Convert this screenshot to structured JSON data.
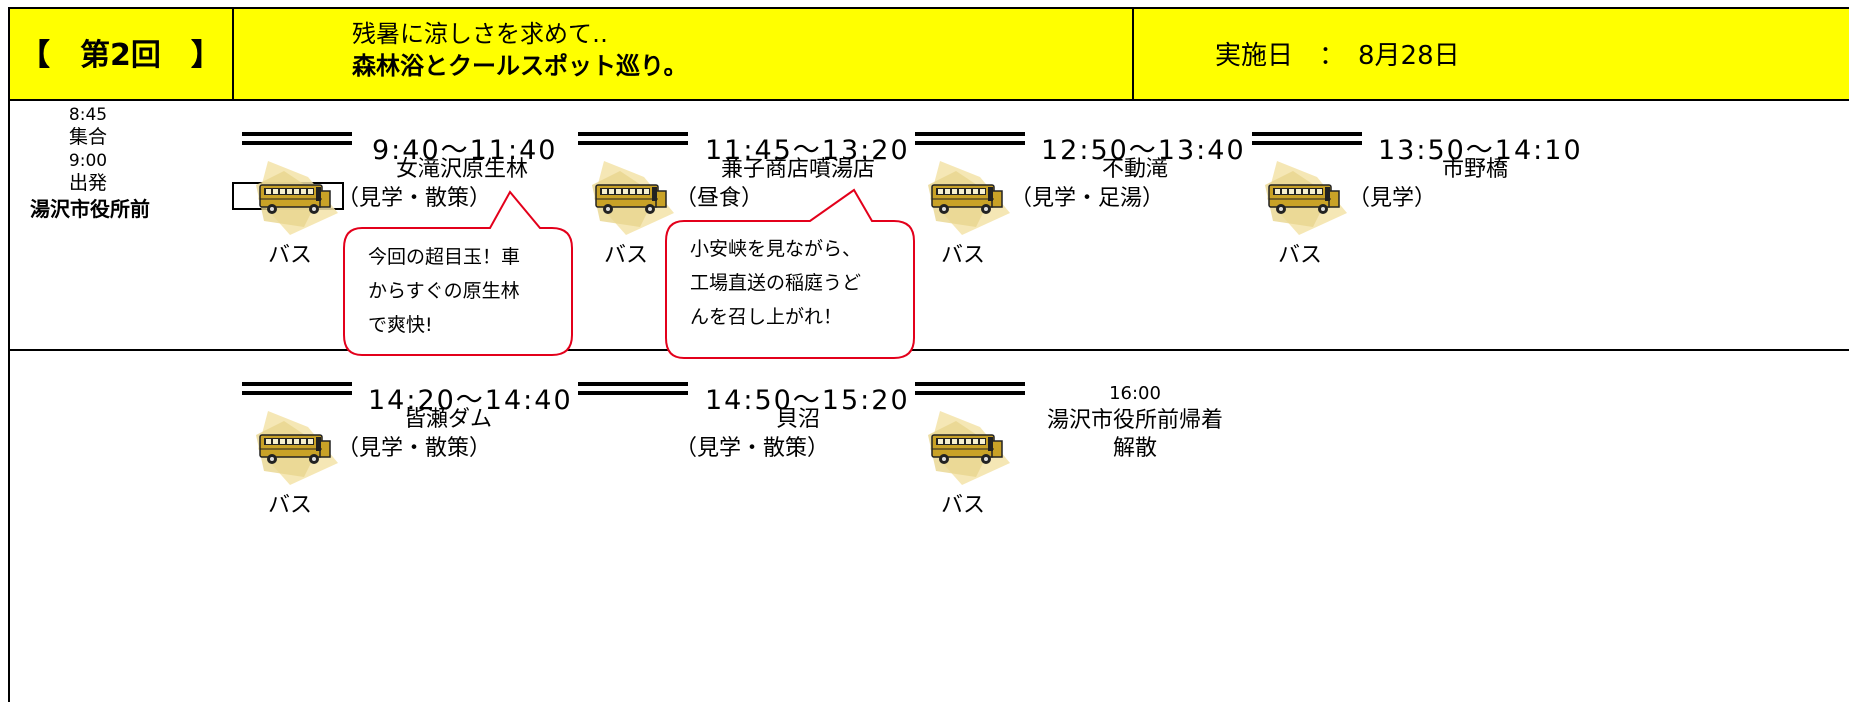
{
  "header": {
    "edition": "【　第2回　】",
    "title_line1": "残暑に涼しさを求めて‥",
    "title_line2": "森林浴とクールスポット巡り。",
    "date": "実施日　：　8月28日"
  },
  "departure": {
    "gather_time": "8:45",
    "gather_label": "集合",
    "depart_time": "9:00",
    "depart_label": "出発",
    "place": "湯沢市役所前"
  },
  "transport_label": "バス",
  "stops": [
    {
      "time": "9:40〜11:40",
      "name": "女滝沢原生林",
      "note": "（見学・散策）"
    },
    {
      "time": "11:45〜13:20",
      "name": "兼子商店噴湯店",
      "note": "（昼食）"
    },
    {
      "time": "12:50〜13:40",
      "name": "不動滝",
      "note": "（見学・足湯）"
    },
    {
      "time": "13:50〜14:10",
      "name": "市野橋",
      "note": "（見学）"
    },
    {
      "time": "14:20〜14:40",
      "name": "皆瀬ダム",
      "note": "（見学・散策）"
    },
    {
      "time": "14:50〜15:20",
      "name": "貝沼",
      "note": "（見学・散策）"
    }
  ],
  "arrival": {
    "time": "16:00",
    "place": "湯沢市役所前帰着",
    "label": "解散"
  },
  "callouts": [
    {
      "lines": [
        "今回の超目玉！車",
        "からすぐの原生林",
        "で爽快!"
      ]
    },
    {
      "lines": [
        "小安峡を見ながら、",
        "工場直送の稲庭うど",
        "んを召し上がれ！"
      ]
    }
  ],
  "colors": {
    "header_bg": "#ffff00",
    "callout_border": "#e3001b",
    "bus_body": "#c9a227"
  },
  "icons": [
    "bus-icon"
  ]
}
